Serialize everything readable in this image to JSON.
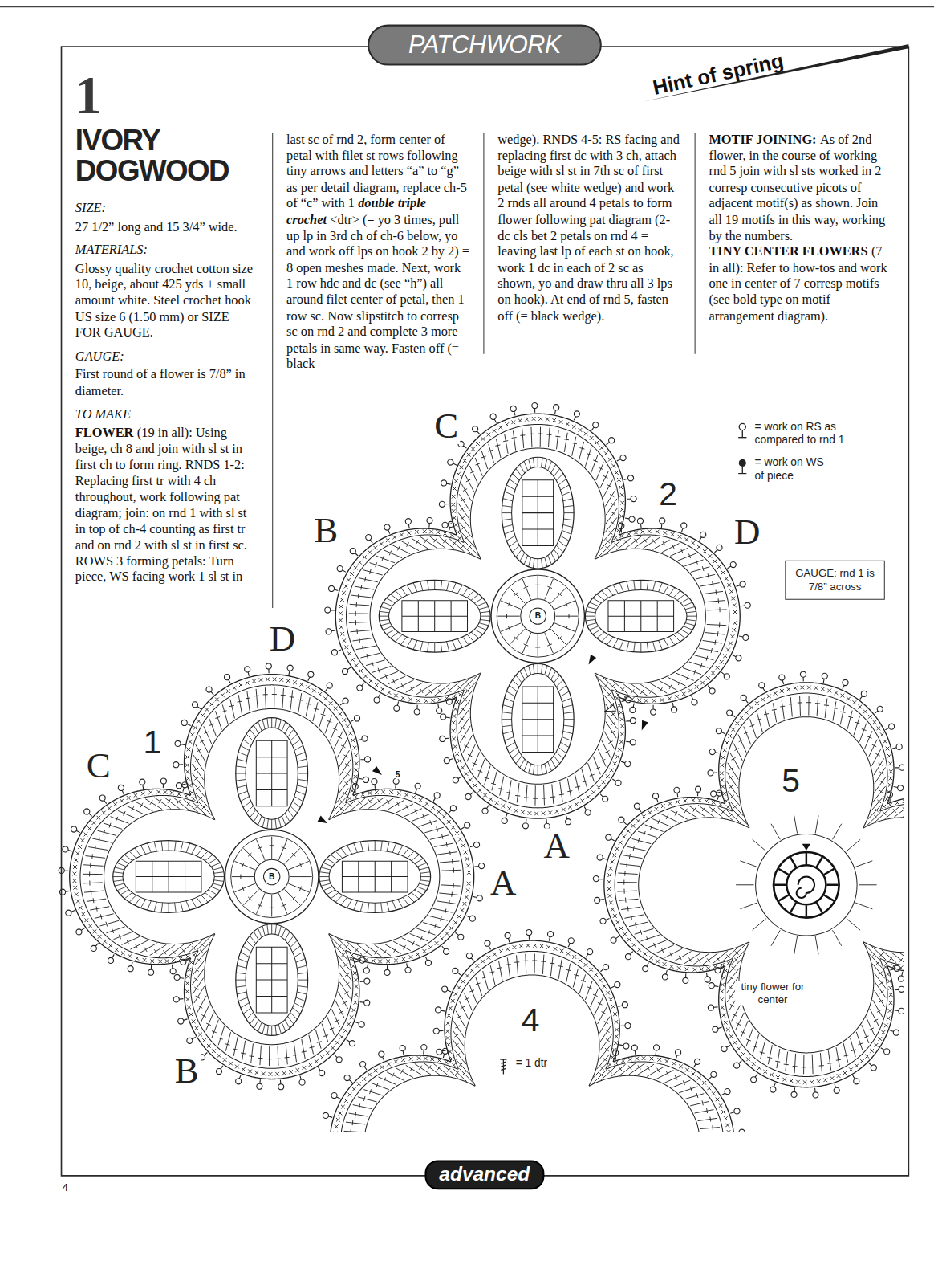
{
  "diagram": {
    "title": "IVORY DOGWOOD",
    "nodes": [
      {
        "text": [
          "PATCHWORK"
        ]
      },
      {
        "text": [
          "GAUGE: rnd 1 is 7/8” across"
        ]
      },
      {
        "text": [
          "advanced"
        ]
      }
    ],
    "labels": [
      "Hint of spring",
      "1",
      "SIZE:",
      "27 1/2” long and 15 3/4” wide.",
      "MATERIALS:",
      "Glossy quality crochet cotton size 10, beige, about 425 yds + small amount white. Steel crochet hook US size 6 (1.50 mm) or SIZE FOR GAUGE.",
      "GAUGE:",
      "First round of a flower is 7/8” in diameter.",
      "TO MAKE",
      "FLOWER",
      "(19 in all): Using beige, ch 8 and join with sl st in first ch to form ring. RNDS 1-2: Replacing first tr with 4 ch throughout, work following pat diagram; join: on rnd 1 with sl st in top of ch-4 counting as first tr and on rnd 2 with sl st in first sc. ROWS 3 forming petals: Turn piece, WS facing work 1 sl st in",
      "last sc of rnd 2, form center of petal with filet st rows following tiny arrows and letters “a” to “g” as per detail diagram, replace ch-5 of “c” with 1",
      "double triple crochet",
      "<dtr> (= yo 3 times, pull up lp in 3rd ch of ch-6 below, yo and work off lps on hook 2 by 2) = 8 open meshes made. Next, work 1 row hdc and dc (see “h”) all around filet center of petal, then 1 row sc. Now slipstitch to corresp sc on rnd 2 and complete 3 more petals in same way. Fasten off (= black",
      "wedge). RNDS 4-5: RS facing and replacing first dc with 3 ch, attach beige with sl st in 7th sc of first petal (see white wedge) and work 2 rnds all around 4 petals to form flower following pat diagram (2-dc cls bet 2 petals on rnd 4 = leaving last lp of each st on hook, work 1 dc in each of 2 sc as shown, yo and draw thru all 3 lps on hook). At end of rnd 5, fasten off (= black wedge).",
      "MOTIF JOINING:",
      "As of 2nd flower, in the course of working rnd 5 join with sl sts worked in 2 corresp consecutive picots of adjacent motif(s) as shown. Join all 19 motifs in this way, working by the numbers.",
      "TINY CENTER FLOWERS",
      "(7 in all): Refer to how-tos and work one in center of 7 corresp motifs (see bold type on motif arrangement diagram).",
      "C",
      "1",
      "D",
      "B",
      "C",
      "2",
      "B",
      "D",
      "A",
      "A",
      "5",
      "4",
      "5",
      "B",
      "B",
      "tiny flower for center",
      "4"
    ],
    "legend": [
      {
        "text": "= work on RS as compared to rnd 1"
      },
      {
        "text": "= work on WS of piece"
      },
      {
        "text": "= 1 dtr"
      }
    ]
  }
}
